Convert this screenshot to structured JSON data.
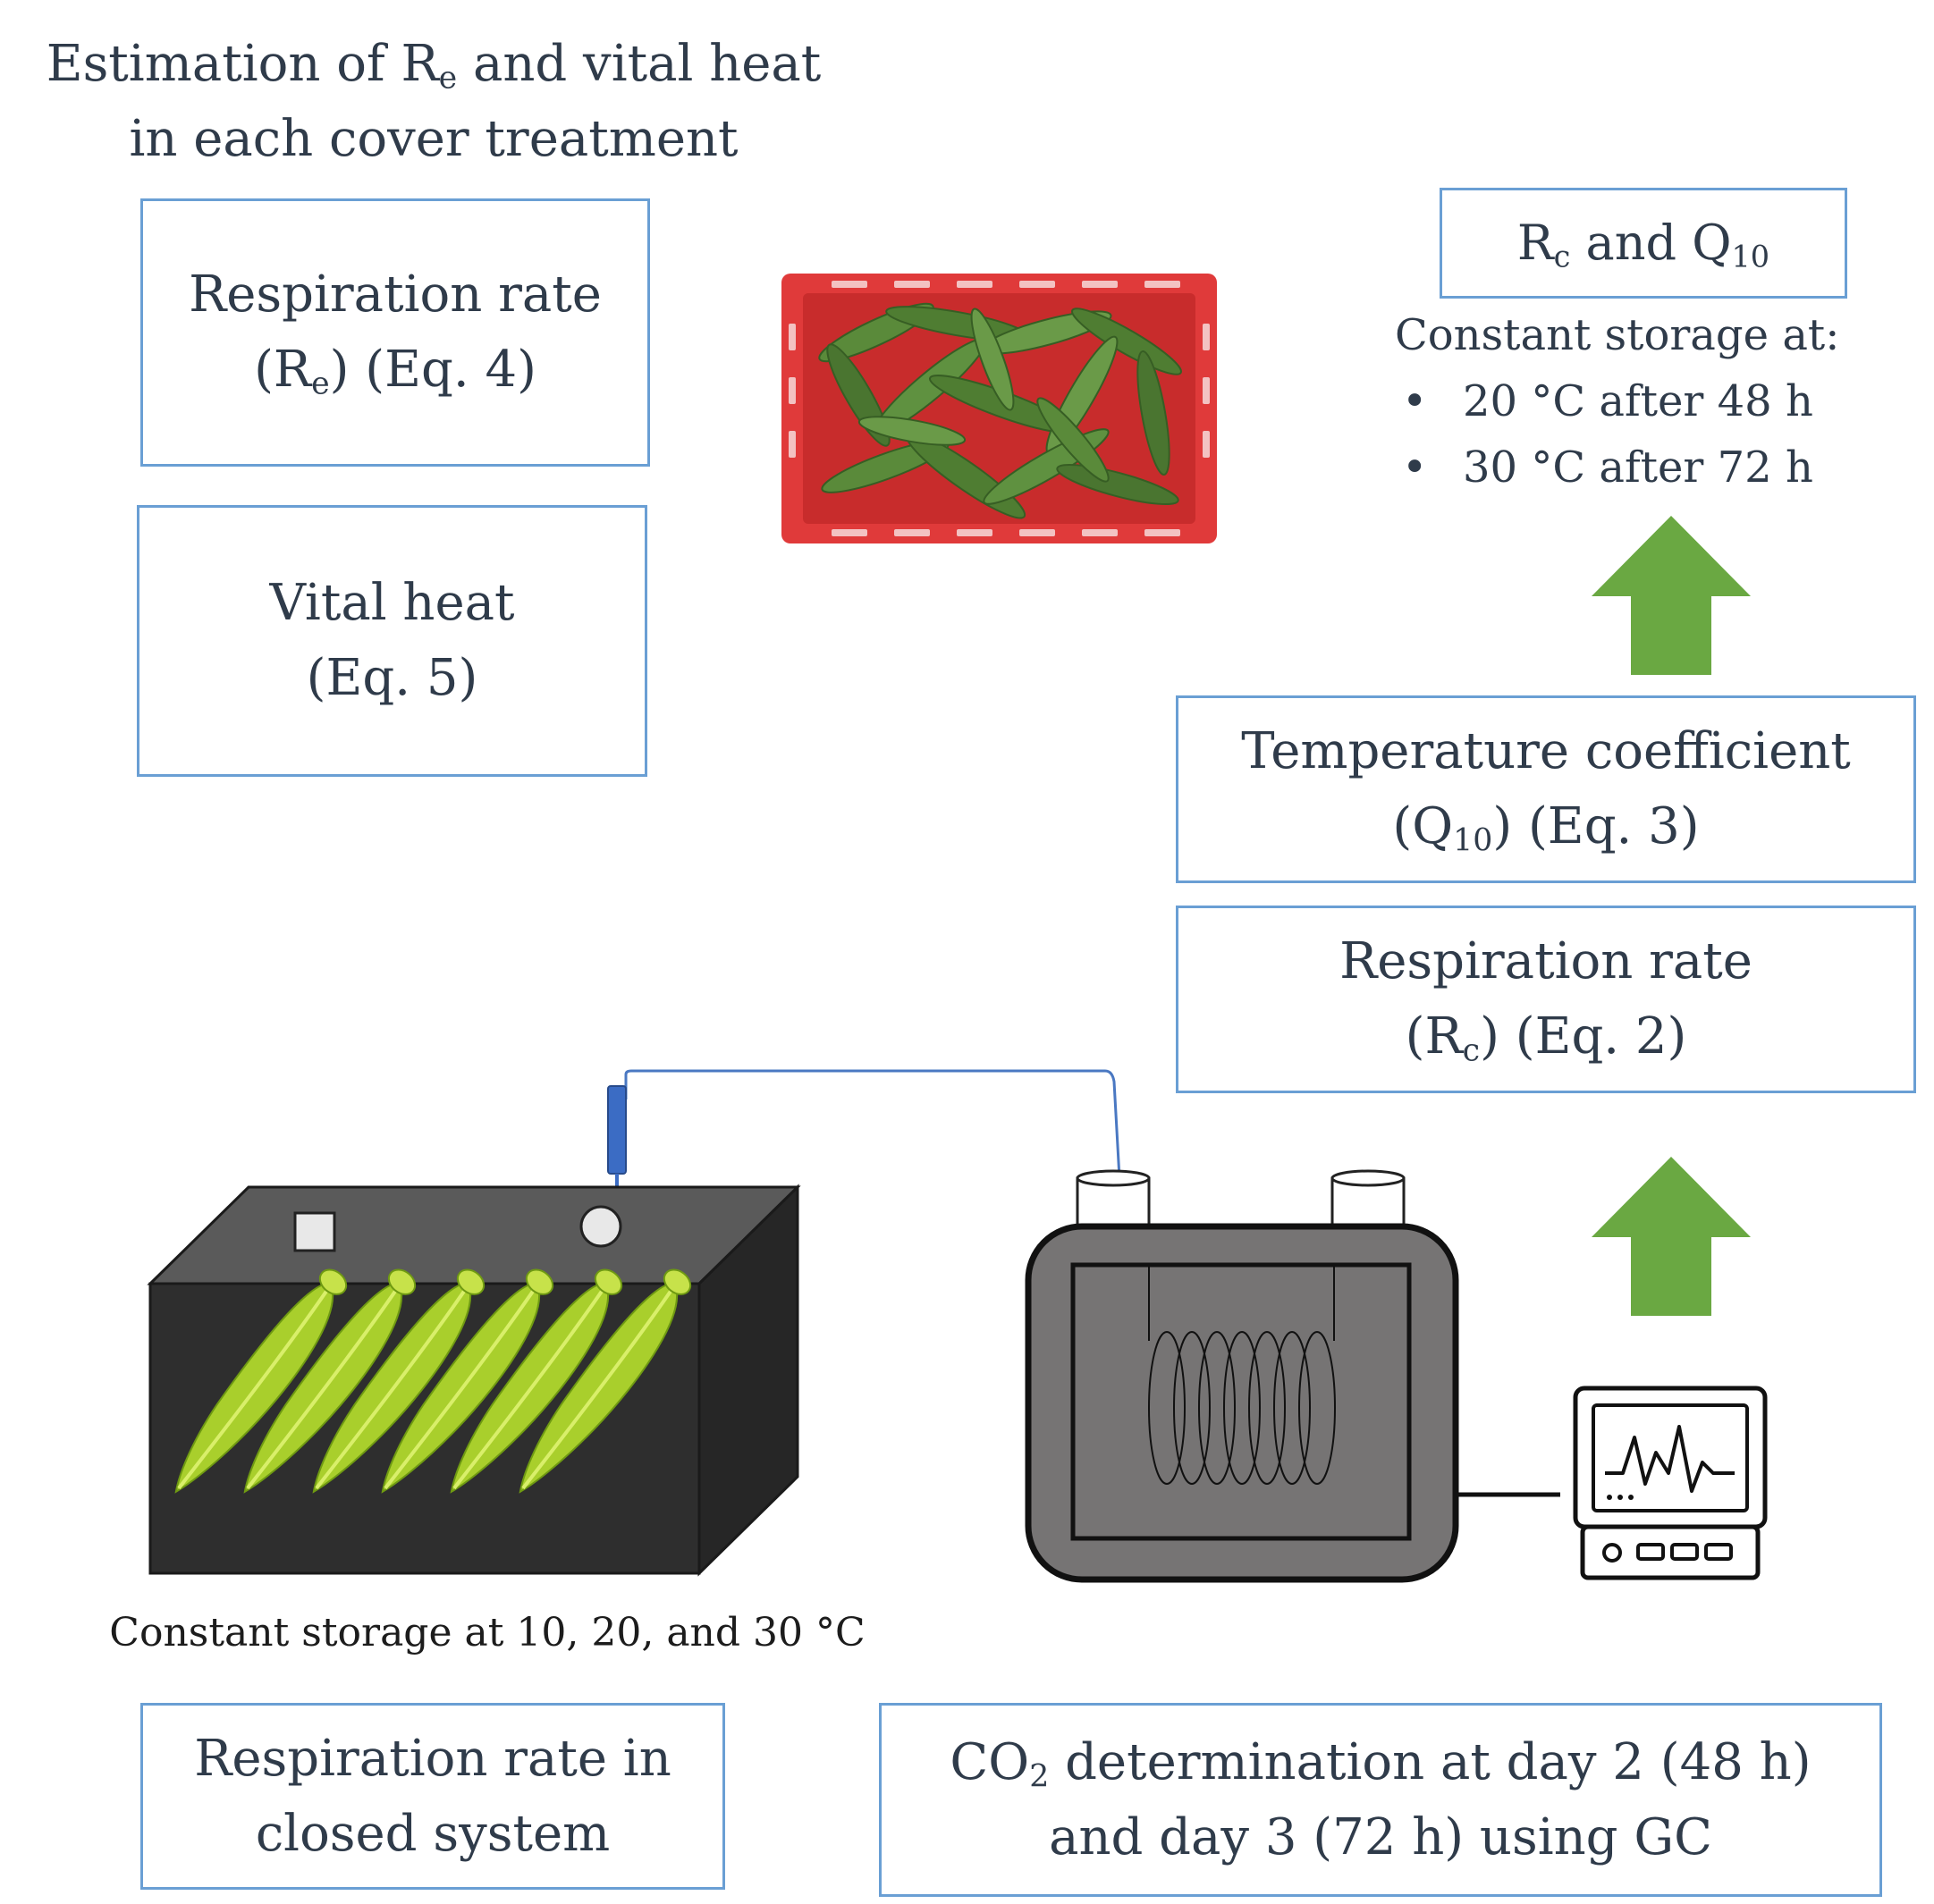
{
  "title": {
    "line1_prefix": "Estimation of R",
    "line1_sub": "e",
    "line1_suffix": " and vital heat",
    "line2": "in each cover treatment"
  },
  "boxes": {
    "respiration_re": {
      "line1": "Respiration rate",
      "pre": "(R",
      "sub": "e",
      "post": ") (Eq. 4)"
    },
    "vital_heat": {
      "line1": "Vital heat",
      "line2": "(Eq. 5)"
    },
    "rc_q10": {
      "r": "R",
      "r_sub": "c",
      "mid": " and  Q",
      "q_sub": "10"
    },
    "temp_coeff": {
      "line1": "Temperature coefficient",
      "pre": "(Q",
      "sub": "10",
      "post": ") (Eq. 3)"
    },
    "respiration_rc": {
      "line1": "Respiration rate",
      "pre": "(R",
      "sub": "c",
      "post": ") (Eq. 2)"
    },
    "closed_system": {
      "line1": "Respiration rate in",
      "line2": "closed system"
    },
    "co2": {
      "pre": "CO",
      "sub": "2",
      "post": " determination at day 2 (48 h)",
      "line2": "and day 3 (72 h) using GC"
    }
  },
  "constant_storage": {
    "heading": "Constant storage at:",
    "items": [
      "20 °C after 48 h",
      "30 °C after 72 h"
    ]
  },
  "storage_caption": "Constant storage at 10, 20, and 30 °C",
  "colors": {
    "box_border": "#6a9fd4",
    "arrow_green": "#6aa842",
    "basket_red": "#e03a3a",
    "okra_green": "#4f7d32",
    "chamber_dark": "#2e2e2e",
    "gc_gray": "#767474"
  },
  "icons": [
    "okra-basket-photo",
    "storage-chamber",
    "okra-pods",
    "gas-chromatograph",
    "monitor-icon",
    "up-arrow"
  ]
}
